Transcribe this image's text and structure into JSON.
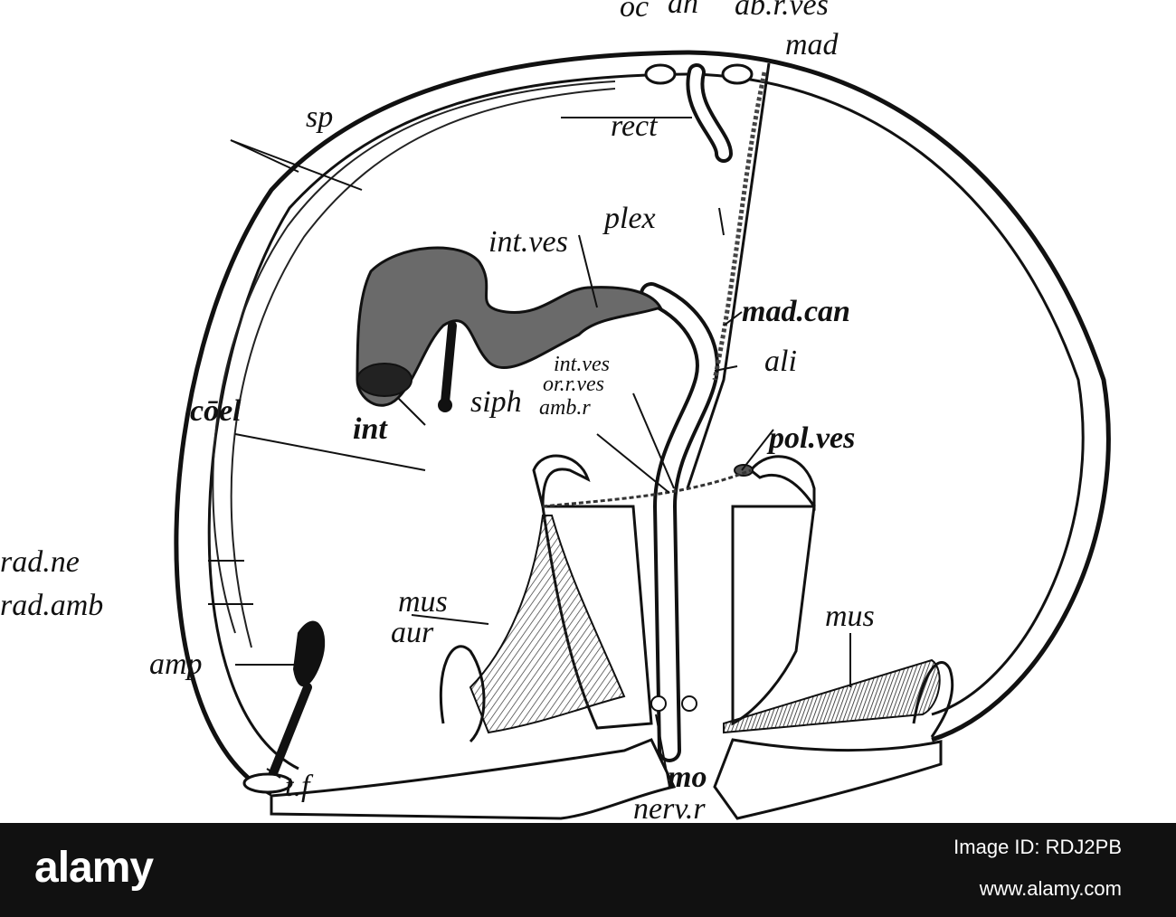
{
  "figure": {
    "labels": {
      "oc": "oc",
      "an": "an",
      "ab_r_ves": "ab.r.ves",
      "mad": "mad",
      "sp": "sp",
      "rect": "rect",
      "plex": "plex",
      "int_ves": "int.ves",
      "mad_can": "mad.can",
      "int_ves_2": "int.ves",
      "or_r_ves": "or.r.ves",
      "ali": "ali",
      "coel": "cōel",
      "int": "int",
      "siph": "siph",
      "amb_r": "amb.r",
      "pol_ves": "pol.ves",
      "rad_ne": "rad.ne",
      "rad_amb": "rad.amb",
      "mus_left": "mus",
      "aur": "aur",
      "mus_right": "mus",
      "amp": "amp",
      "t_f": "t.f",
      "mo": "mo",
      "nerv_r": "nerv.r"
    }
  },
  "footer": {
    "logo": "alamy",
    "image_id": "Image ID: RDJ2PB",
    "site": "www.alamy.com"
  }
}
